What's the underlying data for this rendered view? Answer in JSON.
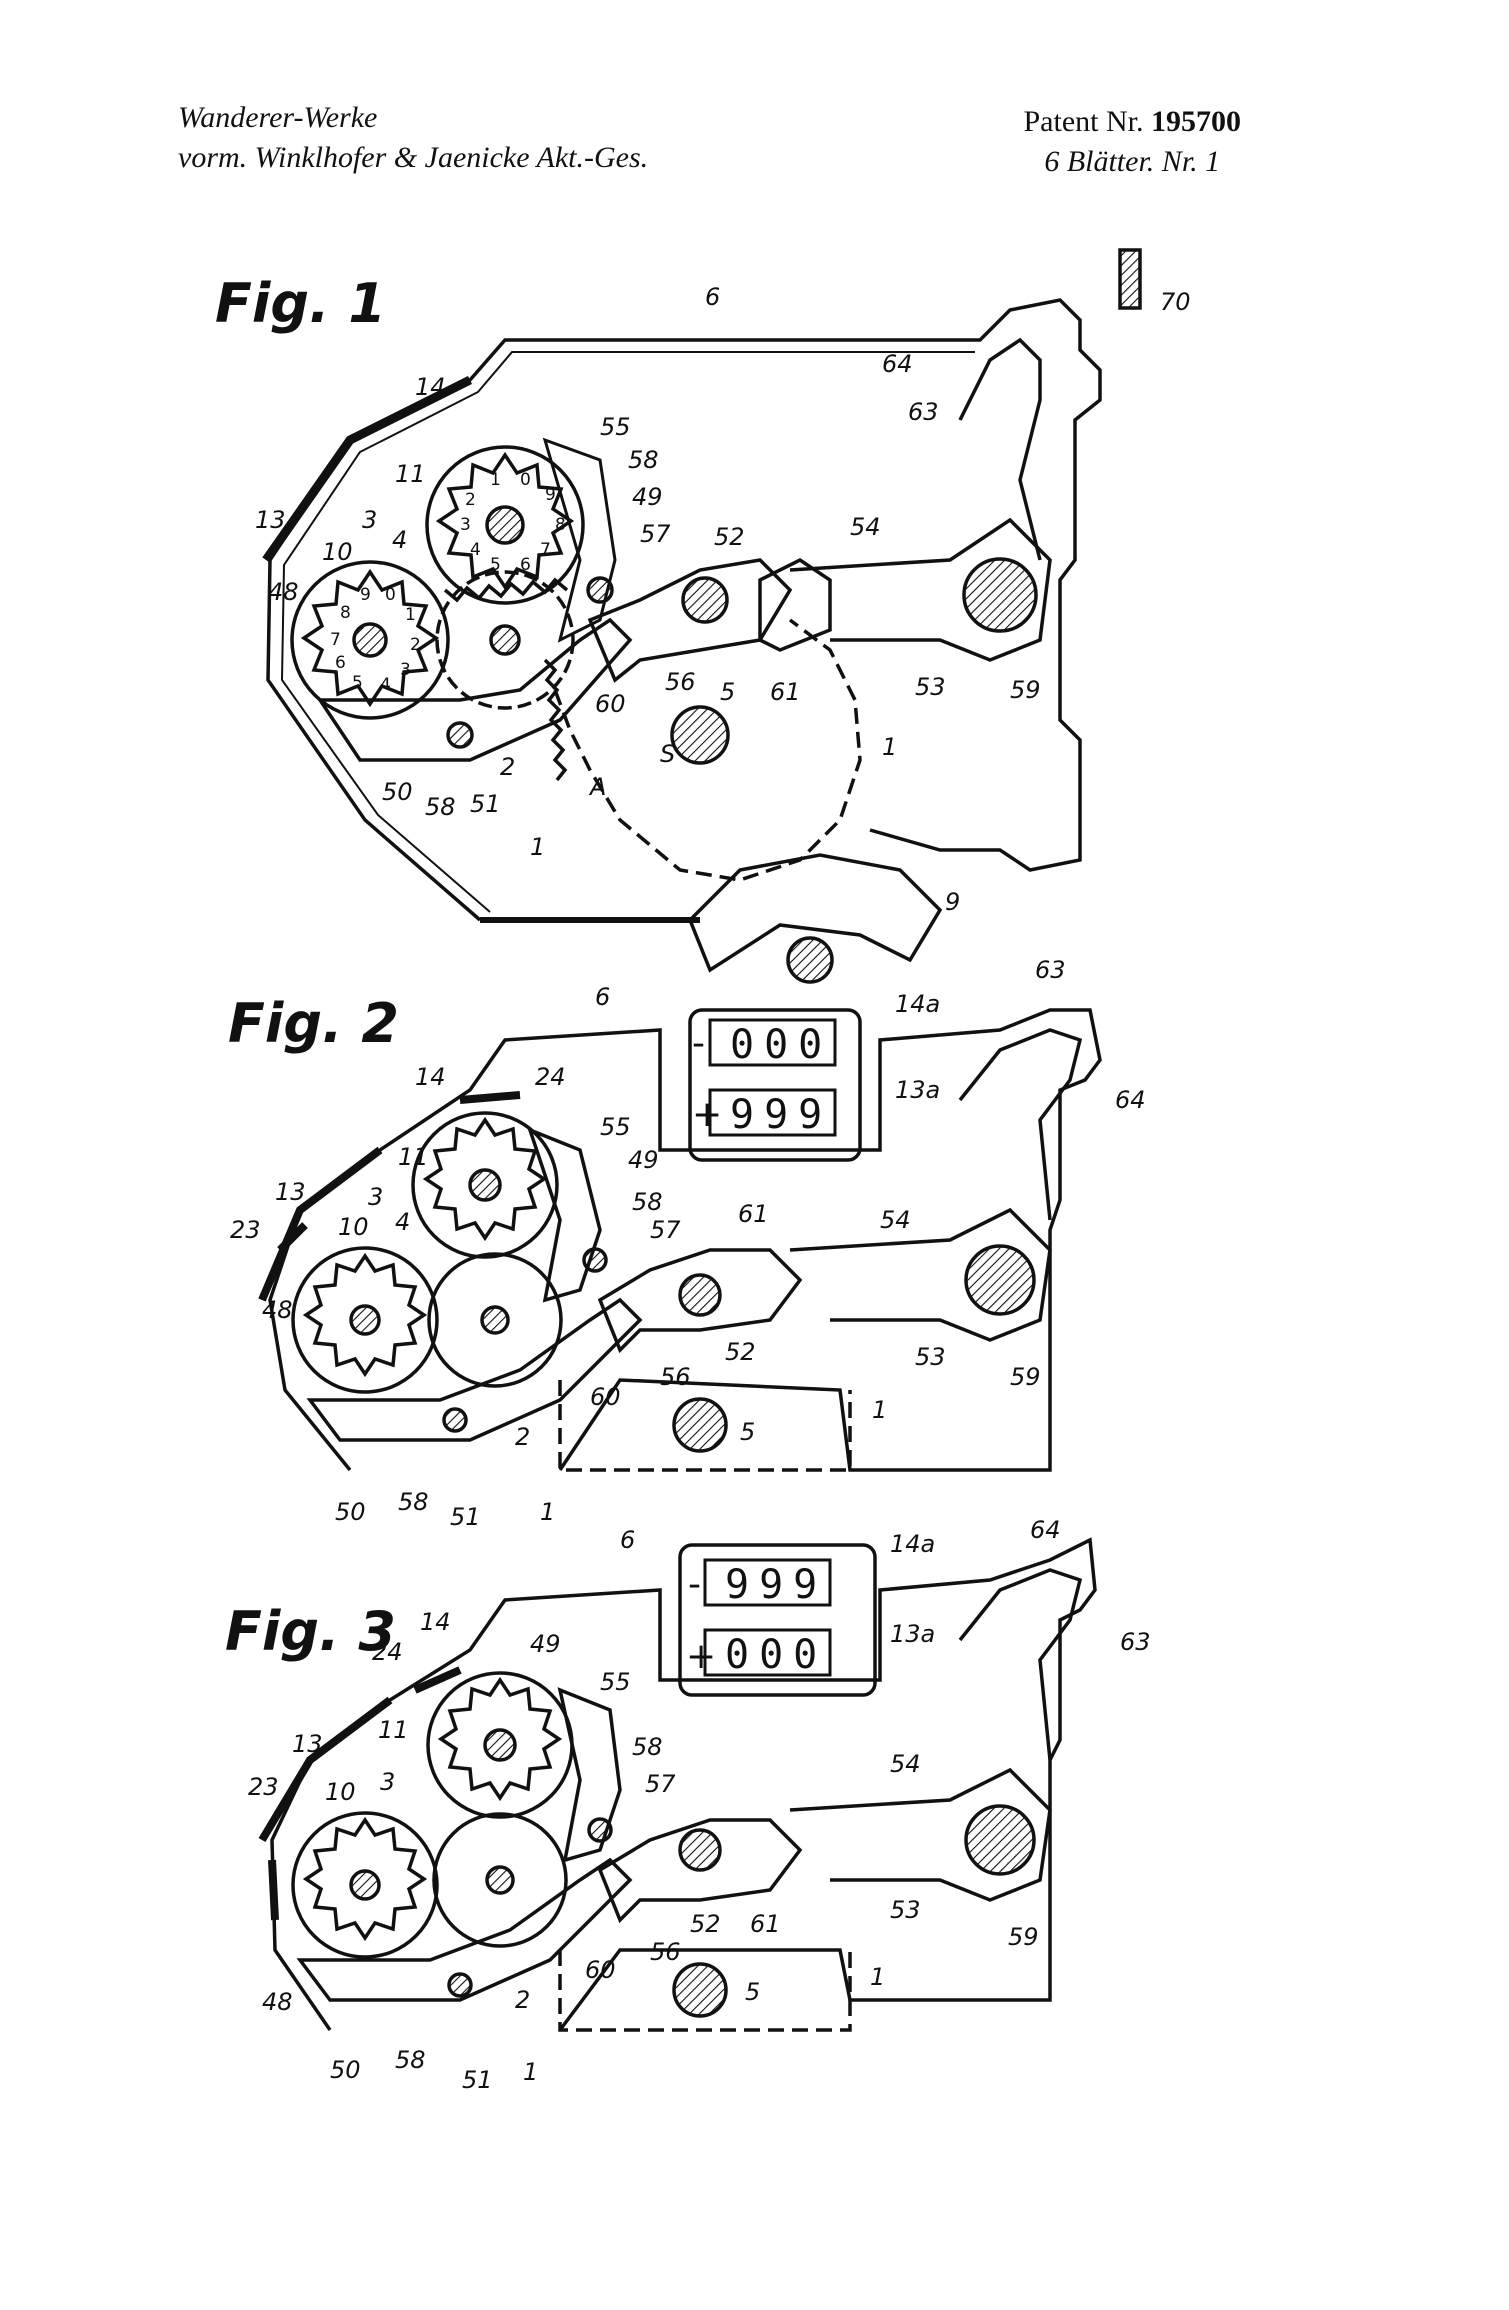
{
  "header": {
    "company_line1": "Wanderer-Werke",
    "company_line2": "vorm. Winklhofer & Jaenicke Akt.-Ges.",
    "patent_label": "Patent Nr. ",
    "patent_number": "195700",
    "sheet_info": "6 Blätter. Nr. 1"
  },
  "figures": [
    {
      "label": "Fig. 1",
      "refs": {
        "r70": "70",
        "r6": "6",
        "r64": "64",
        "r63": "63",
        "r14": "14",
        "r55": "55",
        "r58a": "58",
        "r11": "11",
        "r49": "49",
        "r13": "13",
        "r3": "3",
        "r4": "4",
        "r57": "57",
        "r52": "52",
        "r54": "54",
        "r10": "10",
        "r48": "48",
        "r56": "56",
        "r5": "5",
        "r61": "61",
        "r53": "53",
        "r59": "59",
        "r60": "60",
        "rS": "S",
        "rA": "A",
        "r1a": "1",
        "r50": "50",
        "r58b": "58",
        "r51": "51",
        "r2": "2",
        "r1b": "1",
        "r9": "9"
      }
    },
    {
      "label": "Fig. 2",
      "counter_minus": {
        "sign": "-",
        "digits": "000"
      },
      "counter_plus": {
        "sign": "+",
        "digits": "999"
      },
      "refs": {
        "r6": "6",
        "r14a": "14a",
        "r63": "63",
        "r14": "14",
        "r24": "24",
        "r13a": "13a",
        "r64": "64",
        "r55": "55",
        "r11": "11",
        "r49": "49",
        "r13": "13",
        "r3": "3",
        "r58": "58",
        "r23": "23",
        "r4": "4",
        "r10": "10",
        "r57": "57",
        "r61": "61",
        "r54": "54",
        "r48": "48",
        "r53": "53",
        "r60": "60",
        "r56": "56",
        "r52": "52",
        "r59": "59",
        "r5": "5",
        "r1a": "1",
        "r2": "2",
        "r50": "50",
        "r58b": "58",
        "r51": "51",
        "r1b": "1"
      }
    },
    {
      "label": "Fig. 3",
      "counter_minus": {
        "sign": "-",
        "digits": "999"
      },
      "counter_plus": {
        "sign": "+",
        "digits": "000"
      },
      "refs": {
        "r6": "6",
        "r14a": "14a",
        "r64": "64",
        "r14": "14",
        "r49": "49",
        "r13a": "13a",
        "r63": "63",
        "r24": "24",
        "r55": "55",
        "r11": "11",
        "r58": "58",
        "r54": "54",
        "r13": "13",
        "r57": "57",
        "r23": "23",
        "r10": "10",
        "r3": "3",
        "r53": "53",
        "r52": "52",
        "r61": "61",
        "r59": "59",
        "r56": "56",
        "r60": "60",
        "r5": "5",
        "r1a": "1",
        "r48": "48",
        "r2": "2",
        "r50": "50",
        "r58b": "58",
        "r51": "51",
        "r1b": "1"
      }
    }
  ]
}
